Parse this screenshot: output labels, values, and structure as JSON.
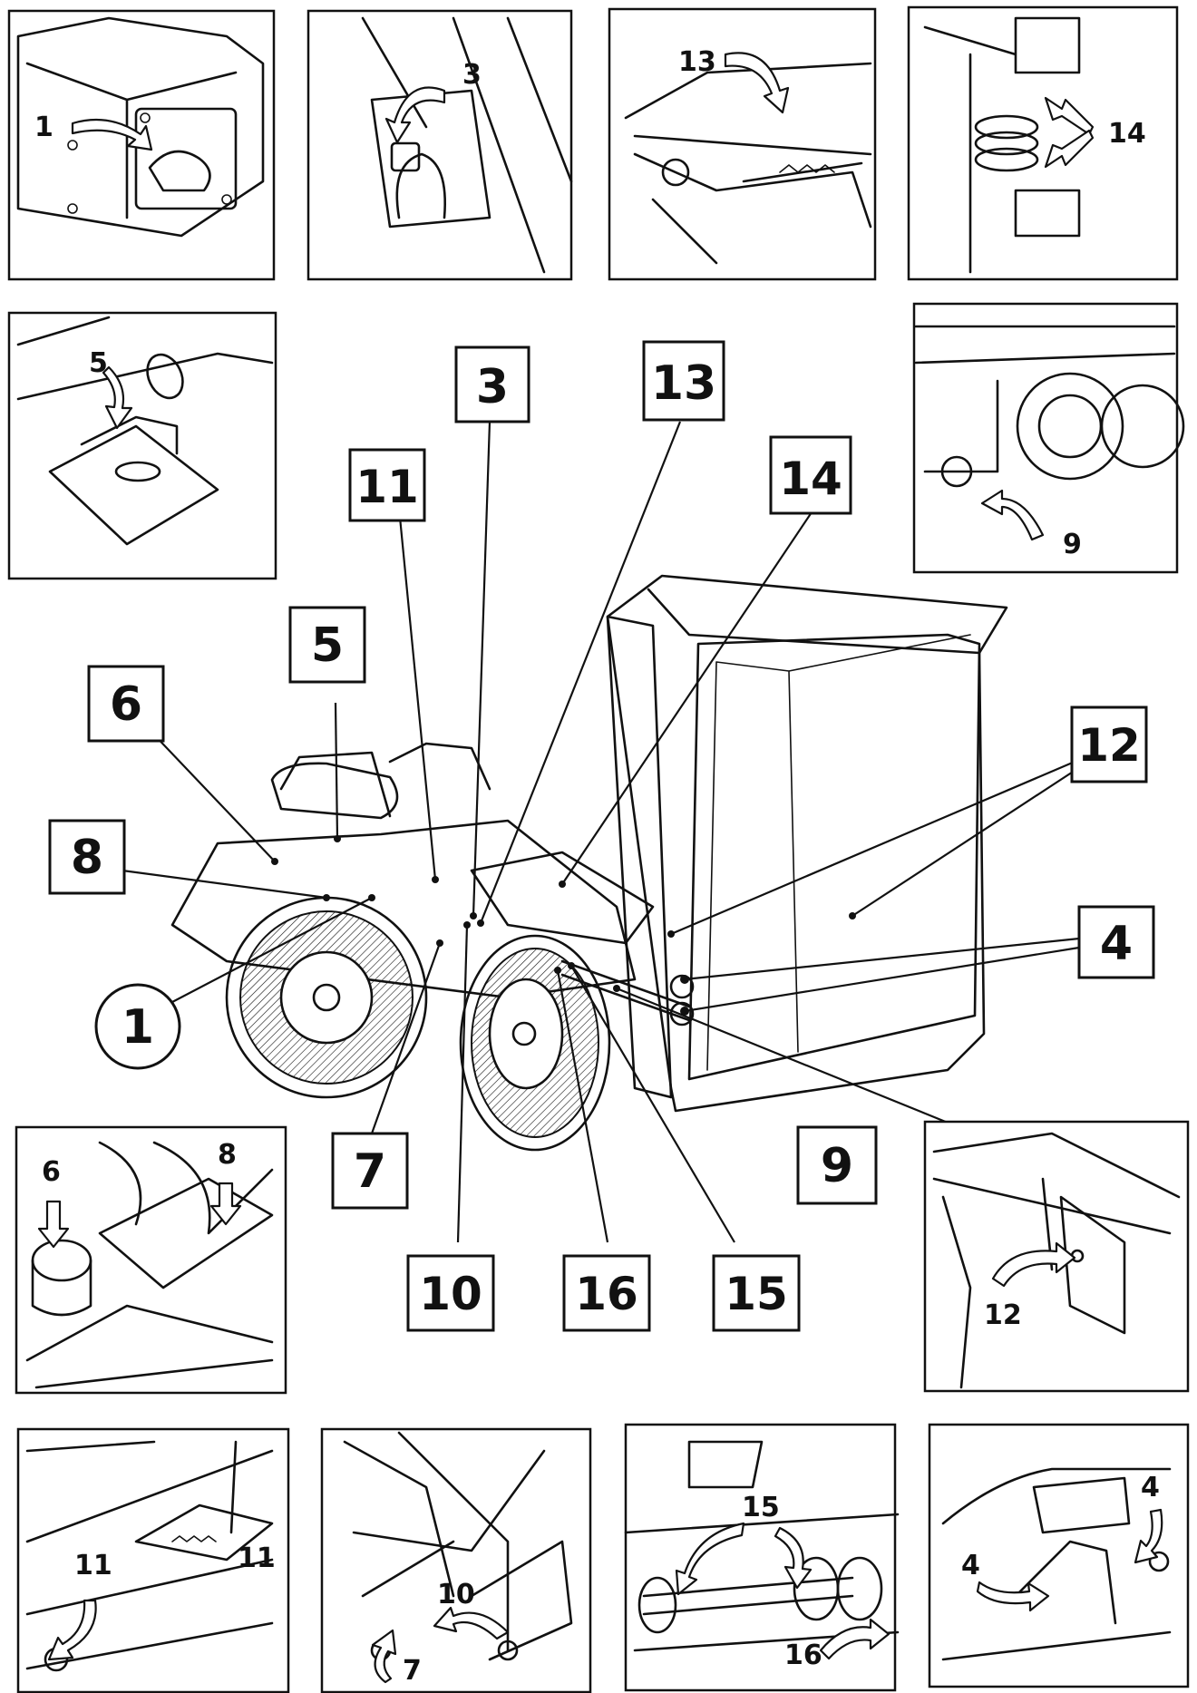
{
  "detail_panels": [
    {
      "id": "p1",
      "labels": [
        "1"
      ]
    },
    {
      "id": "p3",
      "labels": [
        "3"
      ]
    },
    {
      "id": "p13",
      "labels": [
        "13"
      ]
    },
    {
      "id": "p14",
      "labels": [
        "14"
      ]
    },
    {
      "id": "p5",
      "labels": [
        "5"
      ]
    },
    {
      "id": "p9",
      "labels": [
        "9"
      ]
    },
    {
      "id": "p68",
      "labels": [
        "6",
        "8"
      ]
    },
    {
      "id": "p12",
      "labels": [
        "12"
      ]
    },
    {
      "id": "p11",
      "labels": [
        "11",
        "11"
      ]
    },
    {
      "id": "p107",
      "labels": [
        "10",
        "7"
      ]
    },
    {
      "id": "p1516",
      "labels": [
        "15",
        "16"
      ]
    },
    {
      "id": "p4",
      "labels": [
        "4",
        "4"
      ]
    }
  ],
  "callouts": [
    "3",
    "13",
    "11",
    "14",
    "5",
    "6",
    "8",
    "1",
    "12",
    "4",
    "7",
    "10",
    "16",
    "15",
    "9"
  ]
}
